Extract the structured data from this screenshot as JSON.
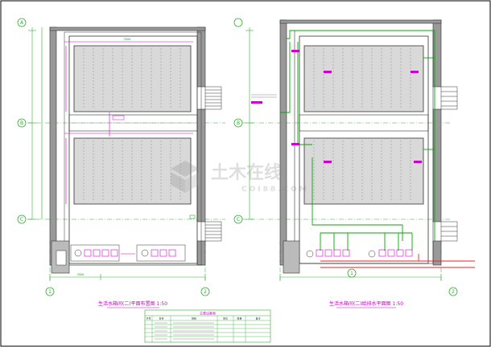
{
  "left_plan": {
    "title": "生活水箱间(二)平面布置图 1:50",
    "bubbles": {
      "row_b": "B",
      "row_a": "A",
      "row_c": "C",
      "col_1": "1",
      "col_2": "2"
    },
    "dims": {
      "top": "5900",
      "bottom": "5900"
    }
  },
  "right_plan": {
    "title": "生活水箱间(二)给排水平面图 1:50",
    "bubbles": {
      "row_b": "B",
      "row_c": "C",
      "col_1": "1",
      "col_2": "2"
    }
  },
  "legend": {
    "title": "主要设备表",
    "headers": [
      "序号",
      "名称",
      "规格",
      "单位",
      "数量",
      "备注"
    ]
  },
  "watermark": {
    "text_cn": "土木在线",
    "text_en": "COI88.COM"
  },
  "colors": {
    "wall": "#333333",
    "tank_fill": "#d9d9d9",
    "dimension": "#33aa33",
    "annotation": "#cc00cc",
    "pipe_supply": "#00aa00",
    "pipe_fire": "#ee2222",
    "title": "#cc00cc",
    "axis": "#33aa33"
  }
}
